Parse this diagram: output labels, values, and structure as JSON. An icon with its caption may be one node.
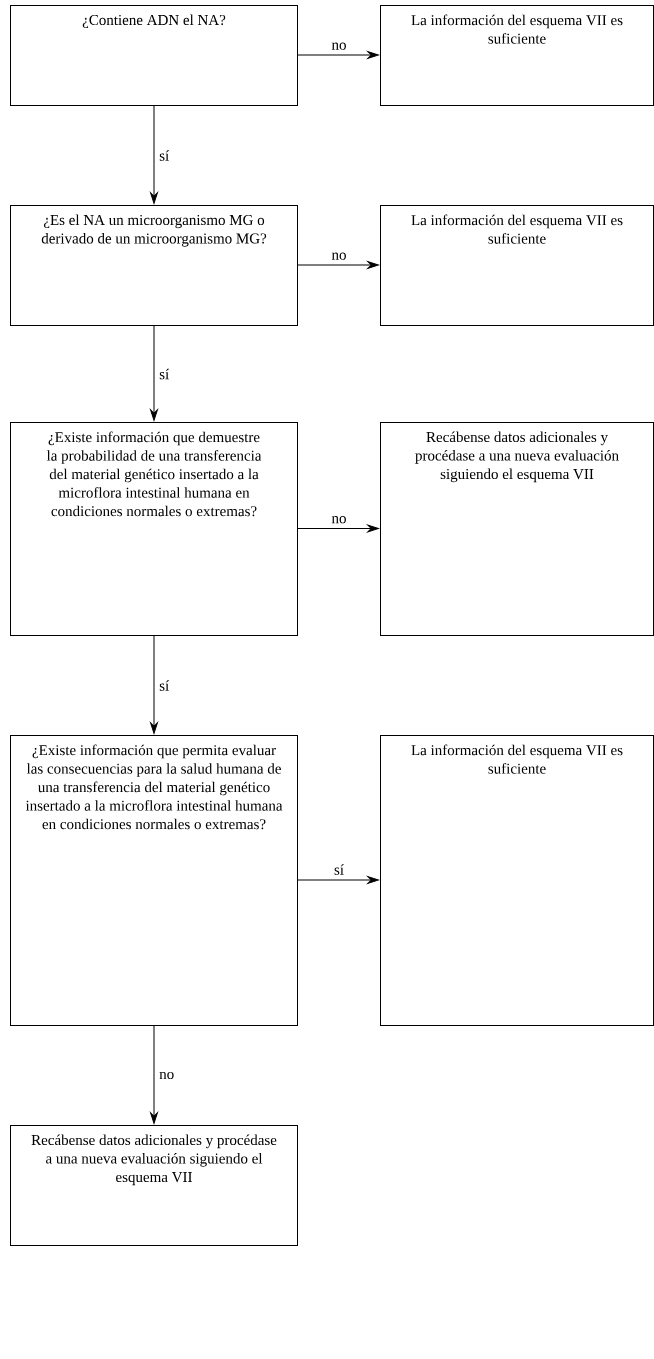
{
  "diagram": {
    "nodes": [
      {
        "text": [
          "¿Contiene ADN el NA?"
        ]
      },
      {
        "text": [
          "La información del esquema VII es suficiente"
        ]
      },
      {
        "text": [
          "¿Es el NA un microorganismo MG o derivado de un microorganismo MG?"
        ]
      },
      {
        "text": [
          "La información del esquema VII es suficiente"
        ]
      },
      {
        "text": [
          "¿Existe información que demuestre la probabilidad de una transferencia del material genético insertado a la microflora intestinal humana en condiciones normales o extremas?"
        ]
      },
      {
        "text": [
          "Recábense datos adicionales y procédase a una nueva evaluación siguiendo el esquema VII"
        ]
      },
      {
        "text": [
          "¿Existe información que permita evaluar las consecuencias para la salud humana de una transferencia del material genético insertado a la microflora intestinal humana en condiciones normales o extremas?"
        ]
      },
      {
        "text": [
          "La información del esquema VII es suficiente"
        ]
      },
      {
        "text": [
          "Recábense datos adicionales y procédase a una nueva evaluación siguiendo el esquema VII"
        ]
      }
    ],
    "edges": [
      {
        "from": 0,
        "to": 1,
        "arrow": "to",
        "label": "no"
      },
      {
        "from": 0,
        "to": 2,
        "arrow": "to",
        "label": "sí"
      },
      {
        "from": 2,
        "to": 3,
        "arrow": "to",
        "label": "no"
      },
      {
        "from": 2,
        "to": 4,
        "arrow": "to",
        "label": "sí"
      },
      {
        "from": 4,
        "to": 5,
        "arrow": "to",
        "label": "no"
      },
      {
        "from": 4,
        "to": 6,
        "arrow": "to",
        "label": "sí"
      },
      {
        "from": 6,
        "to": 7,
        "arrow": "to",
        "label": "sí"
      },
      {
        "from": 6,
        "to": 8,
        "arrow": "to",
        "label": "no"
      }
    ]
  }
}
